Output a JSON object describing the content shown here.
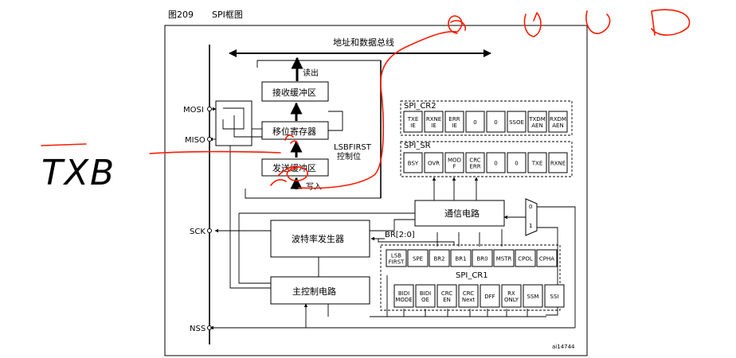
{
  "figure": {
    "caption_num": "图209",
    "caption_title": "SPI框图",
    "code": "ai14744"
  },
  "bus": {
    "label": "地址和数据总线"
  },
  "pins": {
    "mosi": "MOSI",
    "miso": "MISO",
    "sck": "SCK",
    "nss": "NSS"
  },
  "blocks": {
    "read_out": "读出",
    "rx_buffer": "接收缓冲区",
    "shift_register": "移位寄存器",
    "tx_buffer": "发送缓冲区",
    "write_in": "写入",
    "lsbfirst_line1": "LSBFIRST",
    "lsbfirst_line2": "控制位",
    "comm_circuit": "通信电路",
    "baud_generator": "波特率发生器",
    "br_label": "BR[2:0]",
    "master_control": "主控制电路"
  },
  "registers": {
    "cr2": {
      "name": "SPI_CR2",
      "bits": [
        "TXE IE",
        "RXNE IE",
        "ERR IE",
        "0",
        "0",
        "SSOE",
        "TXDM AEN",
        "RXDM AEN"
      ]
    },
    "sr": {
      "name": "SPI_SR",
      "bits": [
        "BSY",
        "OVR",
        "MOD F",
        "CRC ERR",
        "0",
        "0",
        "TXE",
        "RXNE"
      ]
    },
    "cr1": {
      "name": "SPI_CR1",
      "bits_top": [
        "LSB FIRST",
        "SPE",
        "BR2",
        "BR1",
        "BR0",
        "MSTR",
        "CPOL",
        "CPHA"
      ],
      "bits_bottom": [
        "BIDI MODE",
        "BIDI OE",
        "CRC EN",
        "CRC Next",
        "DFF",
        "RX ONLY",
        "SSM",
        "SSI"
      ]
    }
  },
  "mux": {
    "in0": "0",
    "in1": "1"
  },
  "annotations": {
    "handwritten": "TXB",
    "ink_color": "#ff1a00"
  }
}
